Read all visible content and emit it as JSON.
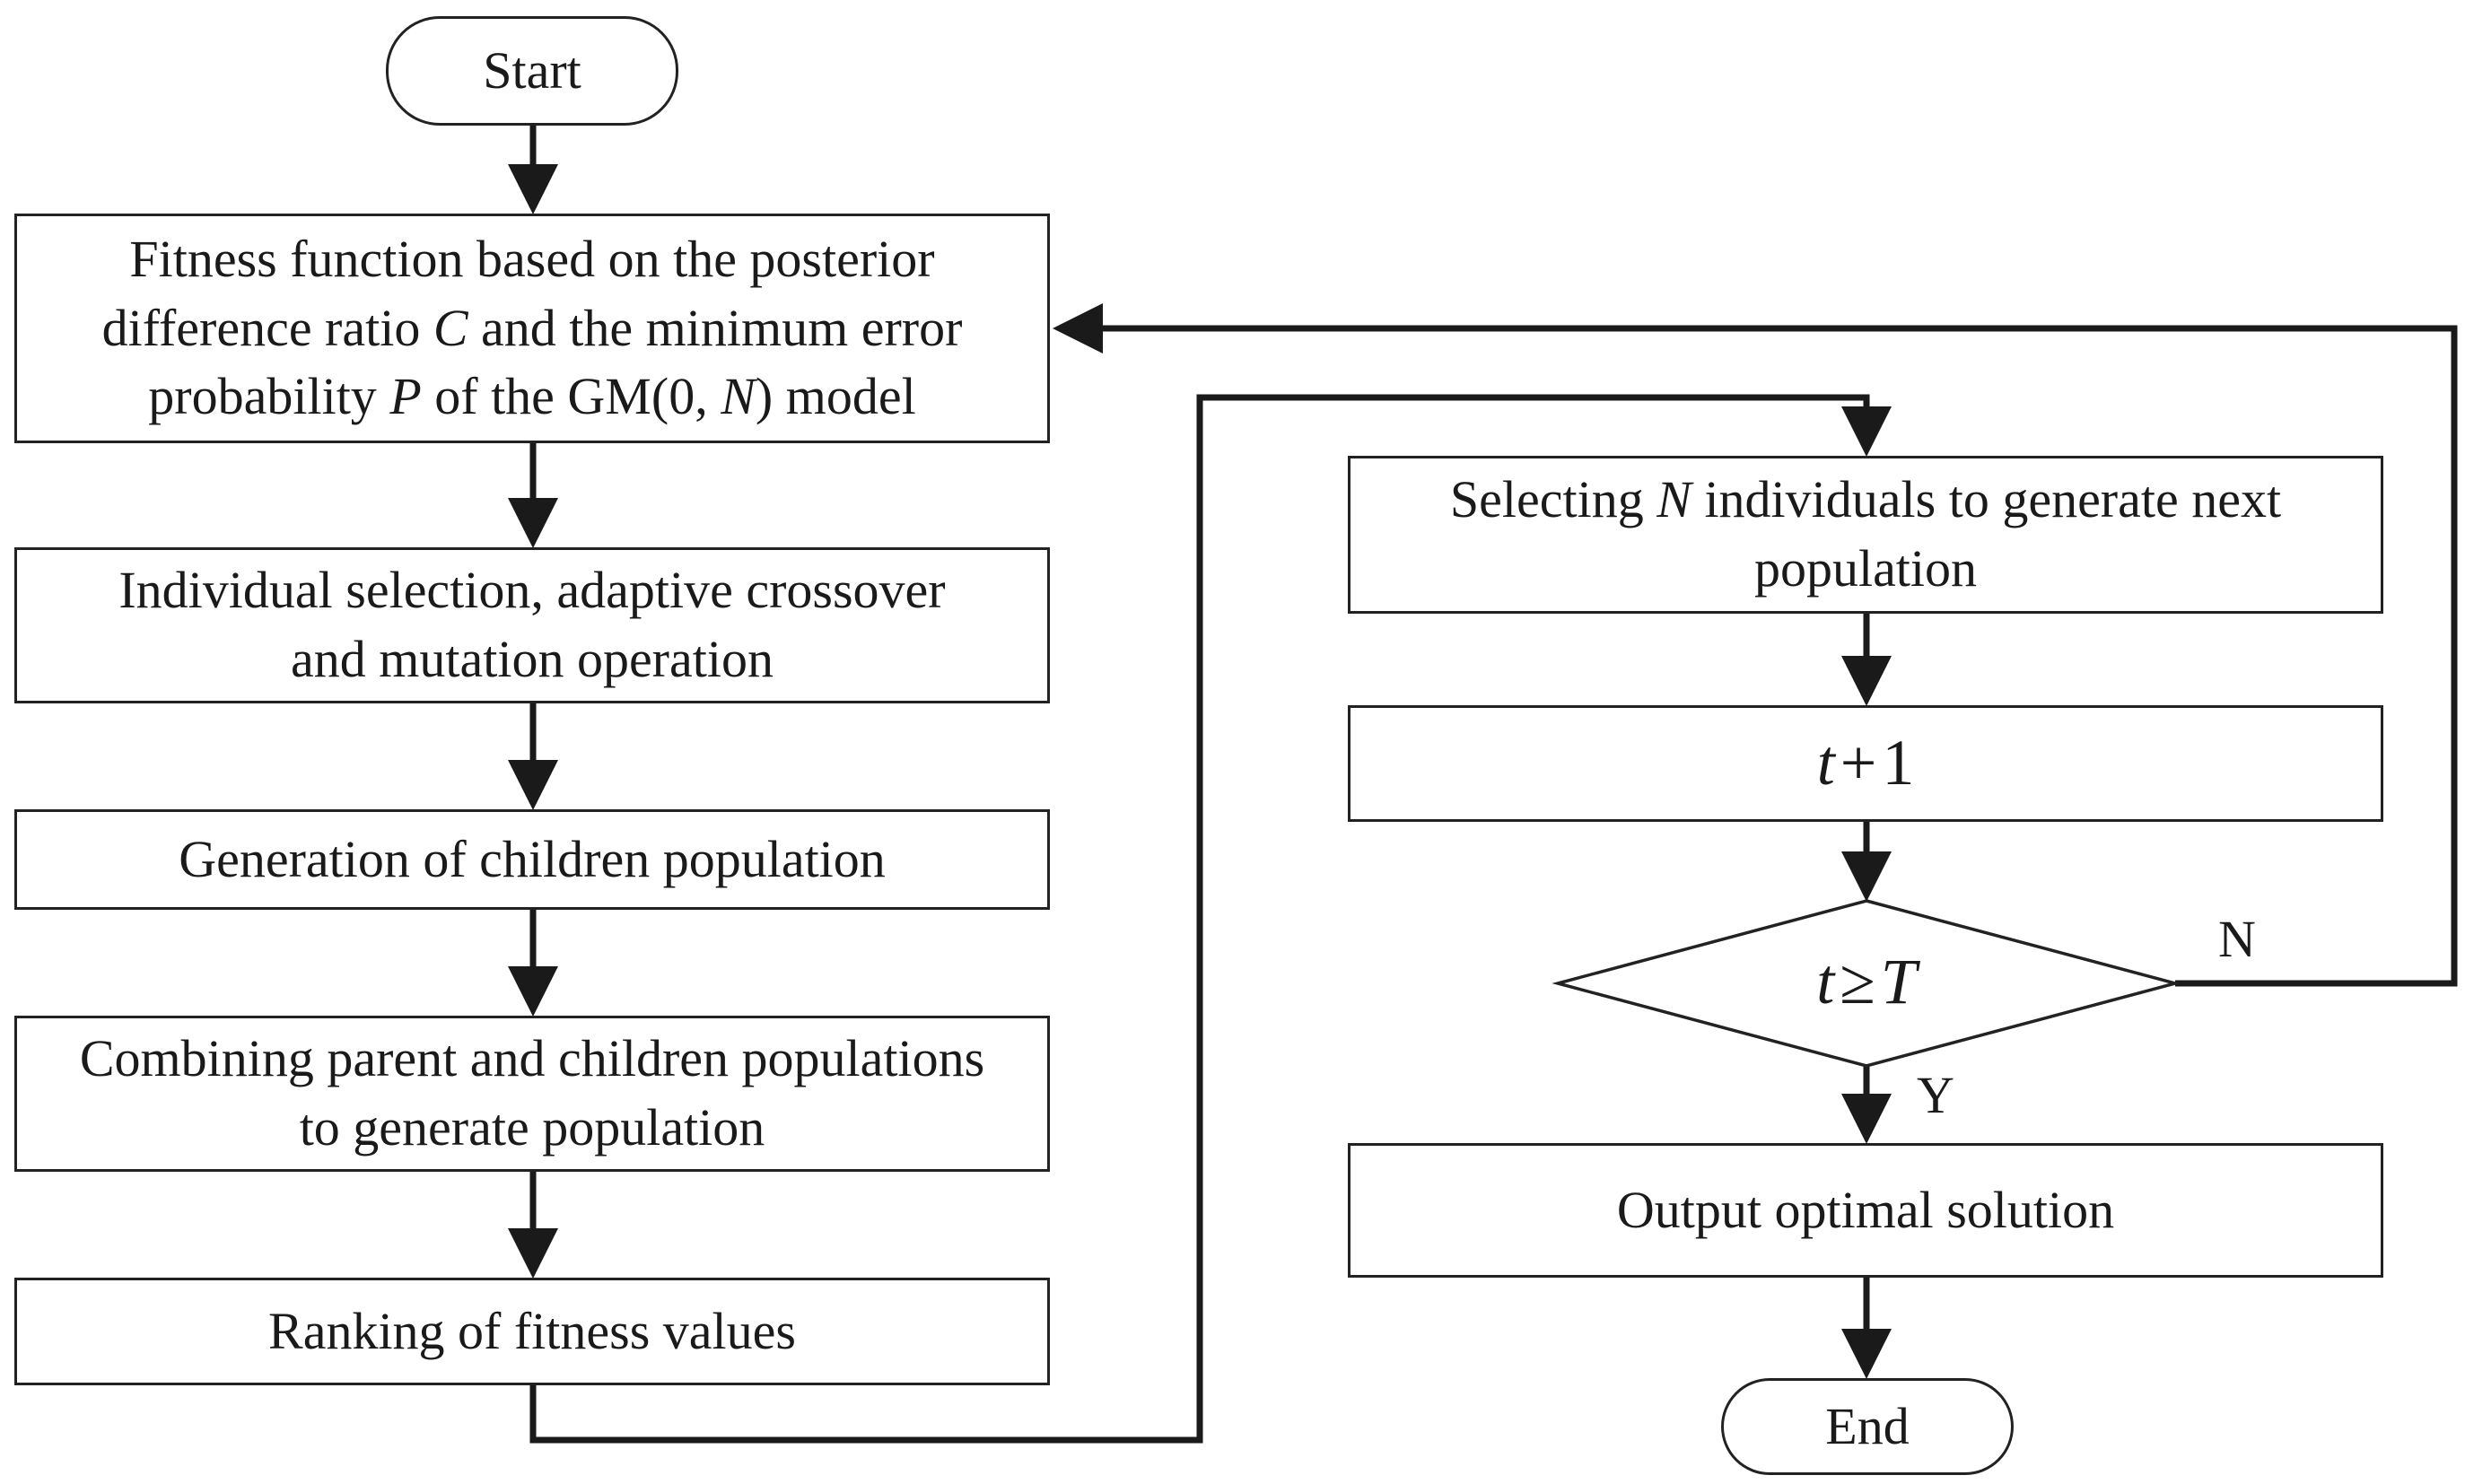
{
  "nodes": {
    "start": "Start",
    "fitness": {
      "line1": "Fitness function based on the posterior",
      "line2_a": "difference ratio ",
      "line2_var": "C",
      "line2_b": " and the minimum error",
      "line3_a": "probability ",
      "line3_var": "P",
      "line3_b": " of the GM(0, ",
      "line3_var2": "N",
      "line3_c": ") model"
    },
    "selection": {
      "line1": "Individual selection, adaptive crossover",
      "line2": "and mutation operation"
    },
    "children": "Generation of children population",
    "combine": {
      "line1": "Combining parent and children populations",
      "line2": "to generate population"
    },
    "ranking": "Ranking of fitness values",
    "select_n": {
      "a": "Selecting ",
      "var": "N",
      "b": " individuals to generate next",
      "line2": "population"
    },
    "increment": {
      "var": "t",
      "op": "+",
      "num": "1"
    },
    "condition": {
      "var1": "t",
      "op": "≥",
      "var2": "T"
    },
    "output": "Output optimal solution",
    "end": "End"
  },
  "edge_labels": {
    "no": "N",
    "yes": "Y"
  }
}
